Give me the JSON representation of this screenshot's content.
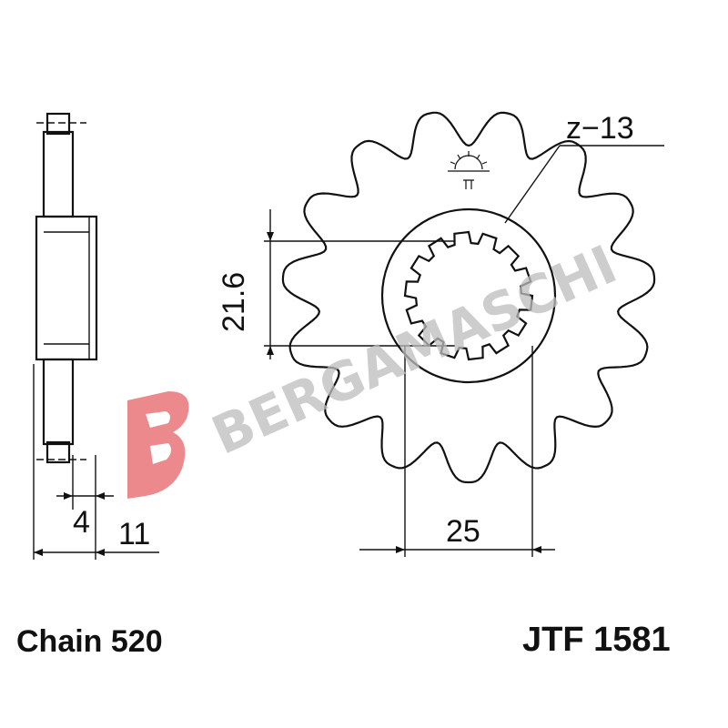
{
  "drawing": {
    "teeth_label": "z−13",
    "dim_height": "21.6",
    "dim_width": "25",
    "dim_4": "4",
    "dim_11": "11"
  },
  "footer": {
    "chain": "Chain 520",
    "part_number": "JTF 1581"
  },
  "watermark": {
    "text": "BERGAMASCHI",
    "logo_letter": "B",
    "logo_color": "#e03a3e",
    "text_color": "#bdbdbd"
  }
}
